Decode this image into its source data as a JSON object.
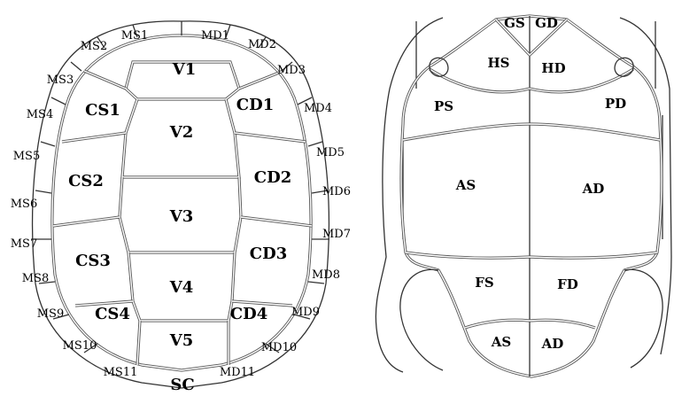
{
  "carapace": {
    "vertebral": [
      "V1",
      "V2",
      "V3",
      "V4",
      "V5"
    ],
    "costal_left": [
      "CS1",
      "CS2",
      "CS3",
      "CS4"
    ],
    "costal_right": [
      "CD1",
      "CD2",
      "CD3",
      "CD4"
    ],
    "marginal_left": [
      "MS1",
      "MS2",
      "MS3",
      "MS4",
      "MS5",
      "MS6",
      "MS7",
      "MS8",
      "MS9",
      "MS10",
      "MS11"
    ],
    "marginal_right": [
      "MD1",
      "MD2",
      "MD3",
      "MD4",
      "MD5",
      "MD6",
      "MD7",
      "MD8",
      "MD9",
      "MD10",
      "MD11"
    ],
    "supracaudal": "SC"
  },
  "plastron": {
    "gular_left": "GS",
    "gular_right": "GD",
    "humeral_left": "HS",
    "humeral_right": "HD",
    "pectoral_left": "PS",
    "pectoral_right": "PD",
    "abdominal_left": "AS",
    "abdominal_right": "AD",
    "femoral_left": "FS",
    "femoral_right": "FD",
    "anal_left": "AS",
    "anal_right": "AD"
  }
}
